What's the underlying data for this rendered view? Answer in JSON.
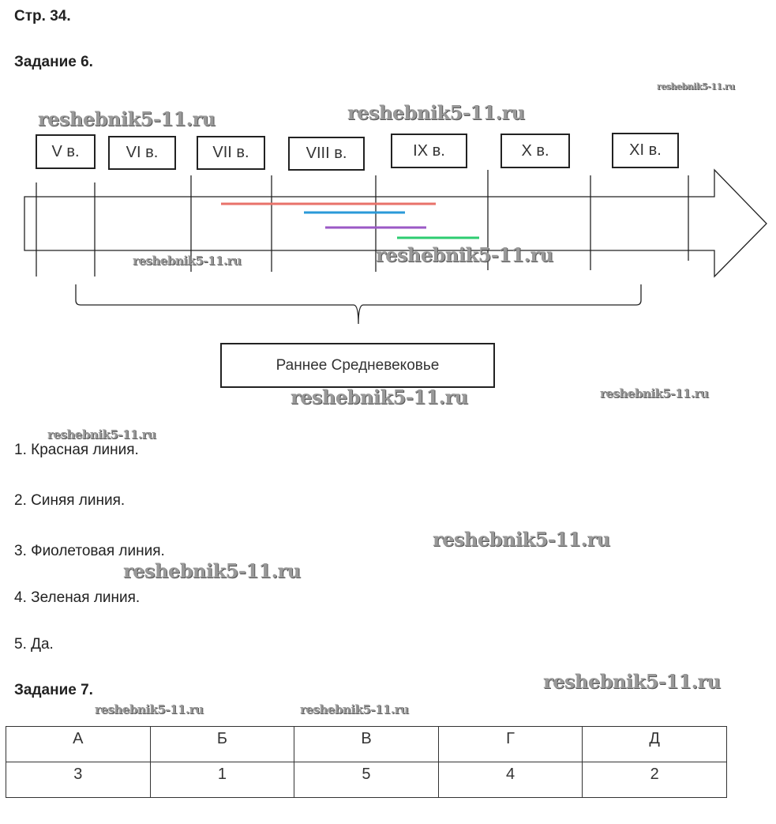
{
  "page_label": "Стр. 34.",
  "task6": {
    "title": "Задание 6.",
    "centuries": [
      "V в.",
      "VI в.",
      "VII в.",
      "VIII в.",
      "IX в.",
      "X в.",
      "XI в."
    ],
    "period_label": "Раннее Средневековье",
    "line_colors": {
      "red": "#e8726a",
      "blue": "#2a9ad8",
      "purple": "#9b59c6",
      "green": "#2ecc71"
    },
    "answers": [
      "1. Красная линия.",
      "2. Синяя линия.",
      "3. Фиолетовая линия.",
      "4. Зеленая линия.",
      "5. Да."
    ]
  },
  "task7": {
    "title": "Задание 7.",
    "headers": [
      "А",
      "Б",
      "В",
      "Г",
      "Д"
    ],
    "values": [
      "3",
      "1",
      "5",
      "4",
      "2"
    ]
  },
  "watermark": "reshebnik5-11.ru"
}
